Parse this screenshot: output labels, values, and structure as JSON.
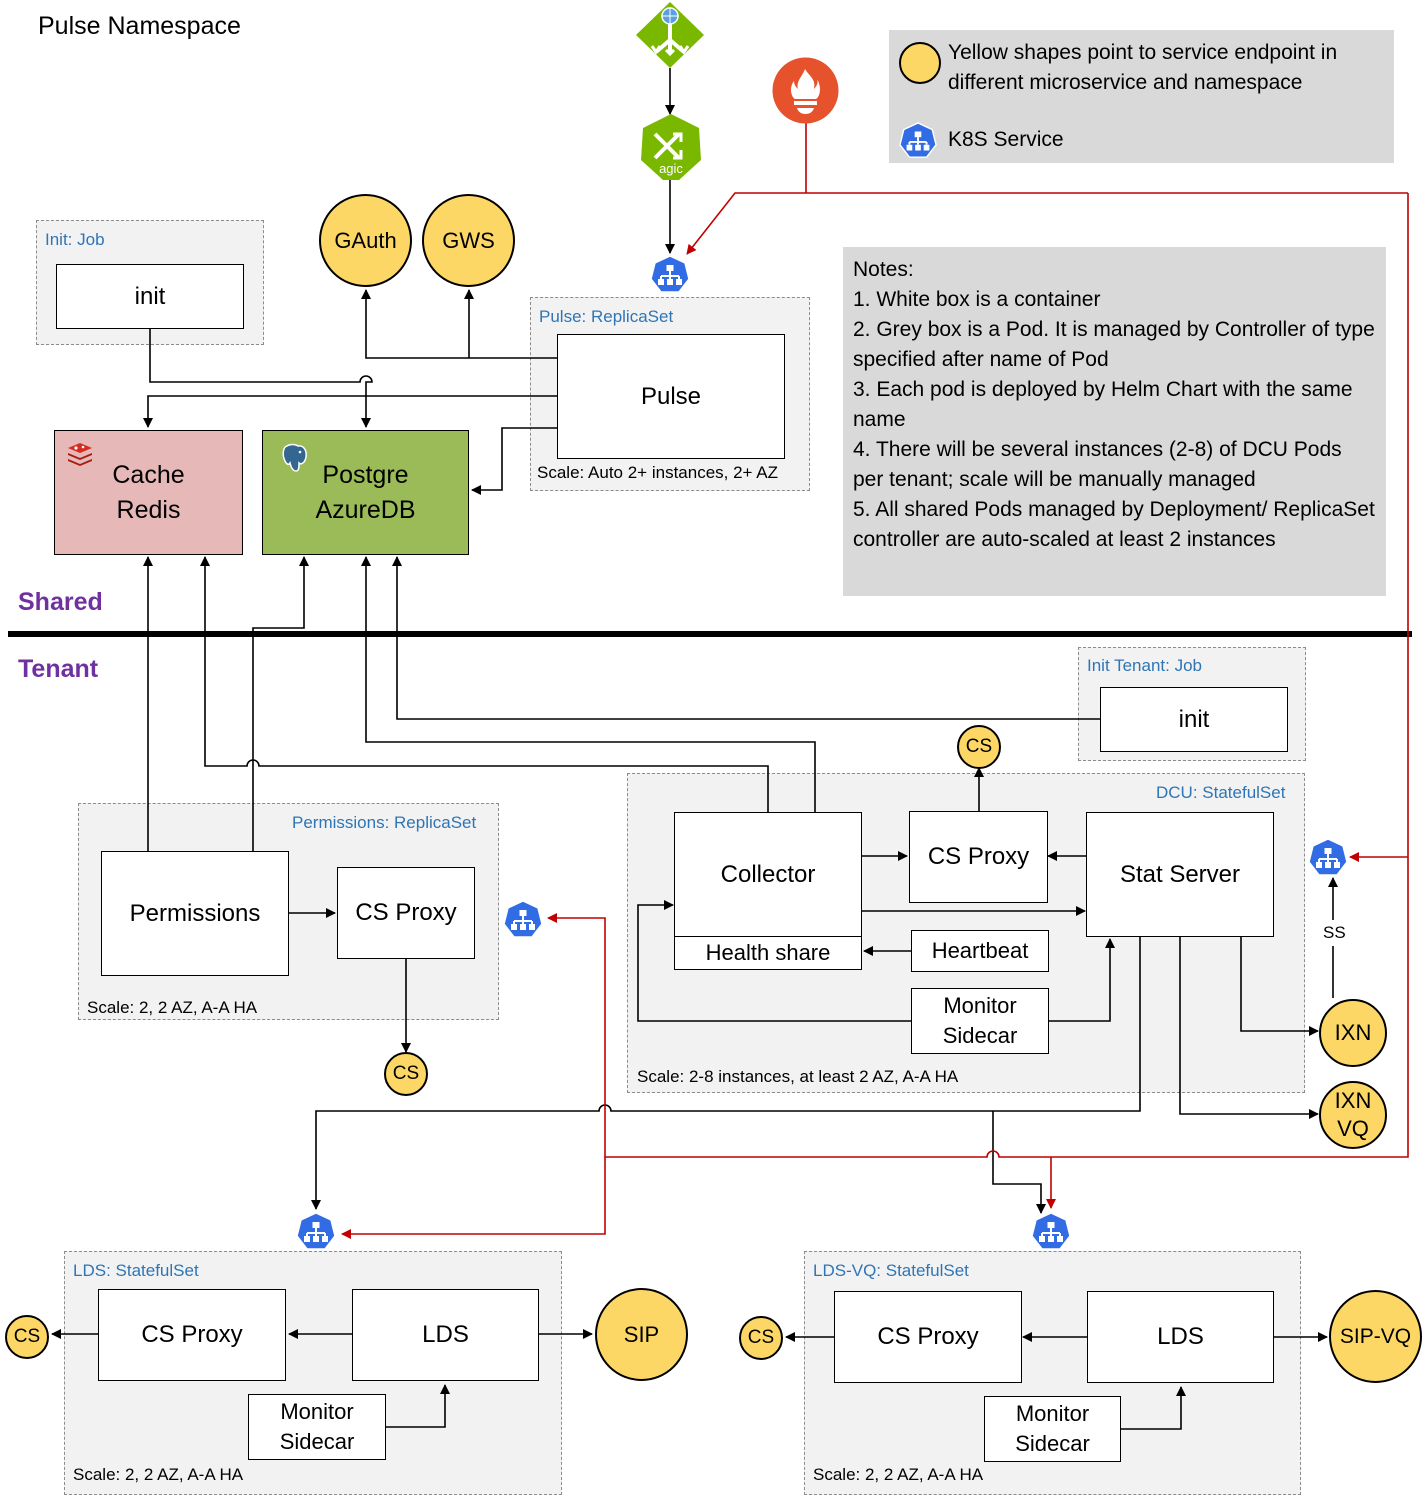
{
  "title": "Pulse Namespace",
  "legend": {
    "yellow_text": "Yellow shapes point to service endpoint in different microservice and namespace",
    "k8s_text": "K8S Service"
  },
  "notes": {
    "heading": "Notes:",
    "items": [
      "1. White box is a container",
      "2. Grey box is a Pod. It is managed by Controller of type specified after name of Pod",
      "3. Each pod is deployed by Helm Chart with the same name",
      "4. There will be several instances (2-8) of DCU Pods per tenant; scale will be manually managed",
      "5. All shared Pods managed by Deployment/ ReplicaSet controller are auto-scaled at least 2 instances"
    ]
  },
  "sections": {
    "shared": "Shared",
    "tenant": "Tenant"
  },
  "icons": {
    "gateway": "app-gateway-icon",
    "agic": "agic-icon",
    "agic_text": "agic",
    "prometheus": "prometheus-icon",
    "k8s": "k8s-service-icon",
    "redis": "redis-icon",
    "postgres": "postgres-icon"
  },
  "init_pod": {
    "title": "Init: Job",
    "container": "init"
  },
  "pulse_pod": {
    "title": "Pulse: ReplicaSet",
    "container": "Pulse",
    "scale": "Scale: Auto 2+ instances, 2+ AZ"
  },
  "endpoints": {
    "gauth": "GAuth",
    "gws": "GWS",
    "cs": "CS",
    "ixn": "IXN",
    "ixn_vq": "IXN VQ",
    "sip": "SIP",
    "sip_vq": "SIP-VQ"
  },
  "redis": {
    "label": "Cache Redis"
  },
  "postgres": {
    "label": "Postgre AzureDB"
  },
  "init_tenant_pod": {
    "title": "Init Tenant: Job",
    "container": "init"
  },
  "permissions_pod": {
    "title": "Permissions: ReplicaSet",
    "main": "Permissions",
    "proxy": "CS Proxy",
    "scale": "Scale: 2, 2 AZ, A-A HA"
  },
  "dcu_pod": {
    "title": "DCU: StatefulSet",
    "collector": "Collector",
    "health": "Health share",
    "proxy": "CS Proxy",
    "stat": "Stat Server",
    "heartbeat": "Heartbeat",
    "monitor": "Monitor Sidecar",
    "scale": "Scale: 2-8 instances, at least 2 AZ, A-A HA"
  },
  "ss_label": "SS",
  "lds_pod": {
    "title": "LDS: StatefulSet",
    "proxy": "CS Proxy",
    "main": "LDS",
    "monitor": "Monitor Sidecar",
    "scale": "Scale: 2, 2 AZ, A-A HA"
  },
  "ldsvq_pod": {
    "title": "LDS-VQ: StatefulSet",
    "proxy": "CS Proxy",
    "main": "LDS",
    "monitor": "Monitor Sidecar",
    "scale": "Scale: 2, 2 AZ, A-A HA"
  },
  "colors": {
    "endpoint": "#fdd766",
    "redis": "#e6b8b7",
    "postgres": "#9bbb59",
    "k8s": "#326ce5",
    "wire_red": "#c00000",
    "pod_title": "#2e75b6",
    "section": "#7030a0",
    "notes_bg": "#d9d9d9"
  }
}
